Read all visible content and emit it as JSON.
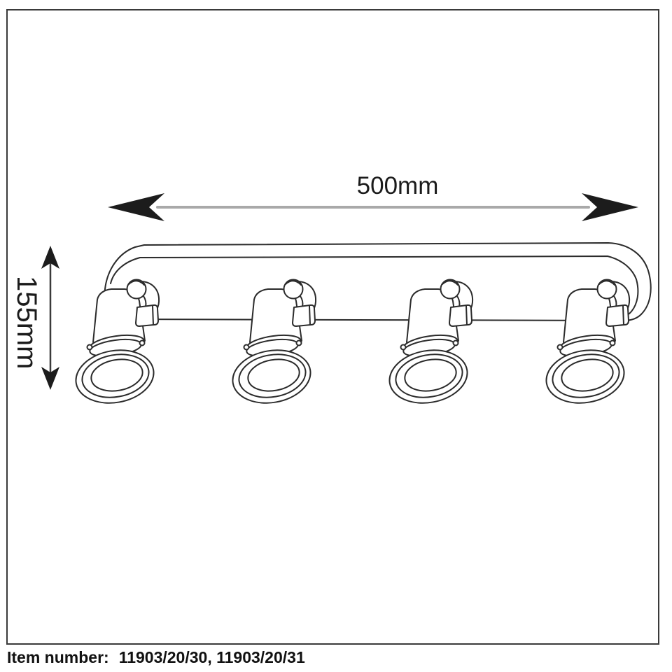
{
  "canvas": {
    "background": "#ffffff",
    "border_color": "#3a3a3a"
  },
  "drawing": {
    "spotlight_count": 4,
    "line_color": "#2b2b2b",
    "dimension_arrow_color": "#1c1c1c",
    "dimension_line_gray": "#a9a9a9"
  },
  "dimensions": {
    "width_label": "500mm",
    "height_label": "155mm"
  },
  "item": {
    "label": "Item number:",
    "value": "11903/20/30, 11903/20/31"
  }
}
